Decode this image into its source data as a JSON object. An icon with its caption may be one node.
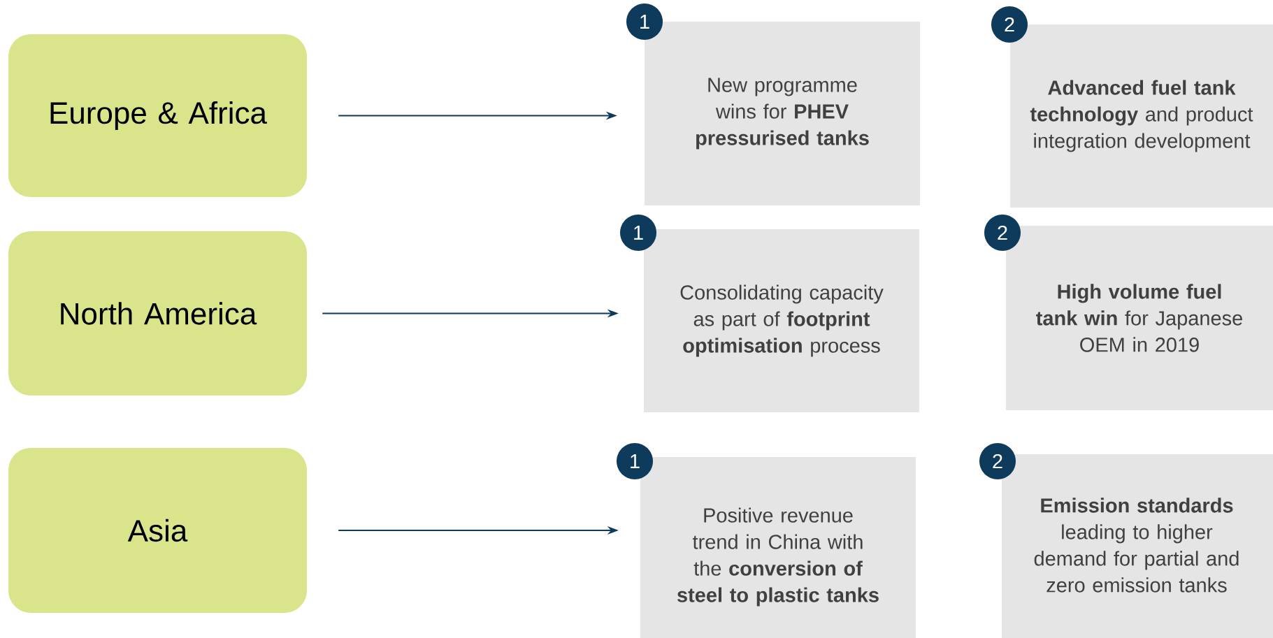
{
  "diagram": {
    "nodes": [
      {
        "text": [
          "Europe & Africa"
        ]
      },
      {
        "text": [
          "North America"
        ]
      },
      {
        "text": [
          "Asia"
        ]
      },
      {
        "text": [
          "1"
        ]
      },
      {
        "text": [
          "New programme wins for **PHEV pressurised tanks**"
        ]
      },
      {
        "text": [
          "2"
        ]
      },
      {
        "text": [
          "**Advanced fuel tank technology** and product integration development"
        ]
      },
      {
        "text": [
          "1"
        ]
      },
      {
        "text": [
          "Consolidating capacity as part of **footprint optimisation** process"
        ]
      },
      {
        "text": [
          "2"
        ]
      },
      {
        "text": [
          "**High volume fuel tank win** for Japanese OEM in 2019"
        ]
      },
      {
        "text": [
          "1"
        ]
      },
      {
        "text": [
          "Positive revenue trend in China with the **conversion of steel to plastic tanks**"
        ]
      },
      {
        "text": [
          "2"
        ]
      },
      {
        "text": [
          "**Emission standards** leading to higher demand for partial and zero emission tanks"
        ]
      }
    ],
    "edges": [
      {
        "from": 0,
        "to": 4,
        "arrow": "to"
      },
      {
        "from": 1,
        "to": 8,
        "arrow": "to"
      },
      {
        "from": 2,
        "to": 12,
        "arrow": "to"
      }
    ]
  }
}
